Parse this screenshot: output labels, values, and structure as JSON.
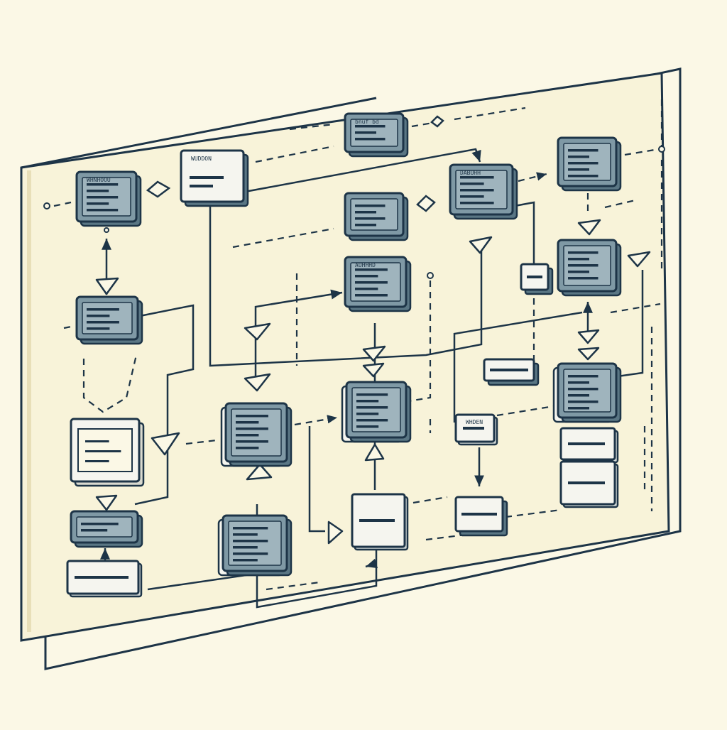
{
  "colors": {
    "background": "#fbf8e6",
    "panel": "#f8f3d9",
    "ink": "#1d3447",
    "box_face": "#7f99a5",
    "box_side": "#5a7684",
    "paper": "#f5f5ef",
    "bar": "#1d3447"
  },
  "diagram": {
    "boxes": [
      {
        "id": "b1",
        "kind": "module",
        "label": "WHNHOOU"
      },
      {
        "id": "b2",
        "kind": "note",
        "label": "WUDDON"
      },
      {
        "id": "b3",
        "kind": "module",
        "label": "bnuf bd"
      },
      {
        "id": "b4",
        "kind": "module",
        "label": ""
      },
      {
        "id": "b5",
        "kind": "module",
        "label": "DABUHH"
      },
      {
        "id": "b6",
        "kind": "module",
        "label": ""
      },
      {
        "id": "b7",
        "kind": "module",
        "label": ""
      },
      {
        "id": "b8",
        "kind": "module",
        "label": "AUHHHD"
      },
      {
        "id": "b9",
        "kind": "module",
        "label": ""
      },
      {
        "id": "b10",
        "kind": "bar",
        "label": ""
      },
      {
        "id": "b11",
        "kind": "module",
        "label": ""
      },
      {
        "id": "b12",
        "kind": "screen",
        "label": ""
      },
      {
        "id": "b13",
        "kind": "stack",
        "label": ""
      },
      {
        "id": "b14",
        "kind": "stack",
        "label": ""
      },
      {
        "id": "b15",
        "kind": "bar",
        "label": ""
      },
      {
        "id": "b16",
        "kind": "stack",
        "label": ""
      },
      {
        "id": "b17",
        "kind": "paper",
        "label": "WHDEN"
      },
      {
        "id": "b18",
        "kind": "paper",
        "label": ""
      },
      {
        "id": "b19",
        "kind": "paper",
        "label": ""
      },
      {
        "id": "b20",
        "kind": "paper",
        "label": ""
      },
      {
        "id": "b21",
        "kind": "bar",
        "label": ""
      },
      {
        "id": "b22",
        "kind": "stack",
        "label": ""
      },
      {
        "id": "b23",
        "kind": "paper",
        "label": ""
      },
      {
        "id": "b24",
        "kind": "paper",
        "label": ""
      }
    ]
  }
}
